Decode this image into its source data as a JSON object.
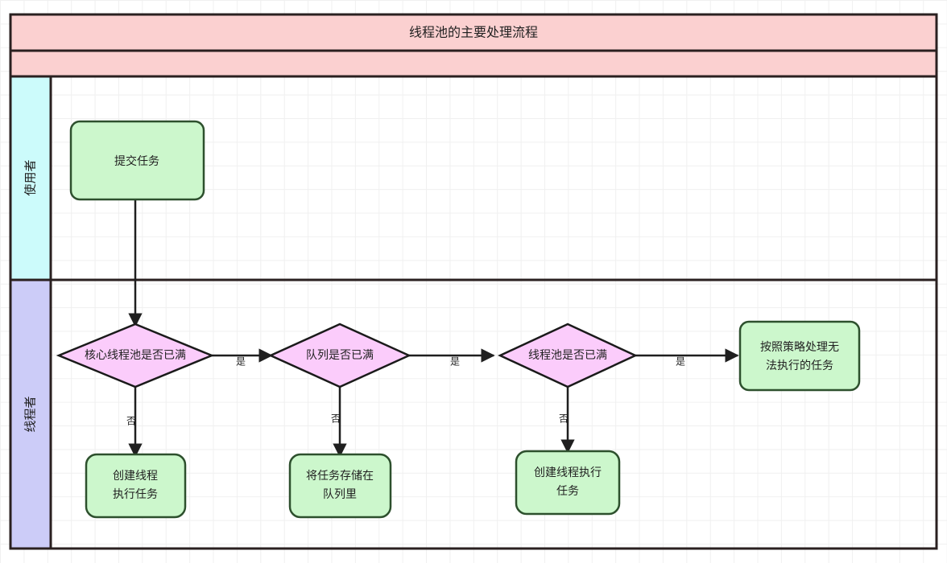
{
  "diagram": {
    "title": "线程池的主要处理流程",
    "subtitle": "",
    "colors": {
      "header_fill": "#fbd0d0",
      "lane_user_fill": "#ccfbfb",
      "lane_thread_fill": "#ccccf8",
      "process_fill": "#ccf7cc",
      "process_stroke": "#2d502d",
      "decision_fill": "#fbccfb",
      "decision_stroke": "#1a1a1a",
      "frame_stroke": "#2a2020",
      "edge_stroke": "#1f1f1f",
      "grid_line": "#f0f0f0",
      "page_bg": "#ffffff"
    },
    "lanes": [
      {
        "id": "lane-user",
        "label": "使用者",
        "fill": "#ccfbfb"
      },
      {
        "id": "lane-thread",
        "label": "线程者",
        "fill": "#ccccf8"
      }
    ],
    "nodes": [
      {
        "id": "submit-task",
        "shape": "process",
        "lane": "lane-user",
        "lines": [
          "提交任务"
        ]
      },
      {
        "id": "core-pool-full",
        "shape": "decision",
        "lane": "lane-thread",
        "lines": [
          "核心线程池是否已满"
        ]
      },
      {
        "id": "queue-full",
        "shape": "decision",
        "lane": "lane-thread",
        "lines": [
          "队列是否已满"
        ]
      },
      {
        "id": "pool-full",
        "shape": "decision",
        "lane": "lane-thread",
        "lines": [
          "线程池是否已满"
        ]
      },
      {
        "id": "reject-policy",
        "shape": "process",
        "lane": "lane-thread",
        "lines": [
          "按照策略处理无",
          "法执行的任务"
        ]
      },
      {
        "id": "create-thread-run-1",
        "shape": "process",
        "lane": "lane-thread",
        "lines": [
          "创建线程",
          "执行任务"
        ]
      },
      {
        "id": "store-in-queue",
        "shape": "process",
        "lane": "lane-thread",
        "lines": [
          "将任务存储在",
          "队列里"
        ]
      },
      {
        "id": "create-thread-run-2",
        "shape": "process",
        "lane": "lane-thread",
        "lines": [
          "创建线程执行",
          "任务"
        ]
      }
    ],
    "edges": [
      {
        "id": "edge-submit-to-core",
        "from": "submit-task",
        "to": "core-pool-full",
        "label": ""
      },
      {
        "id": "edge-core-yes-queue",
        "from": "core-pool-full",
        "to": "queue-full",
        "label": "是"
      },
      {
        "id": "edge-queue-yes-pool",
        "from": "queue-full",
        "to": "pool-full",
        "label": "是"
      },
      {
        "id": "edge-pool-yes-reject",
        "from": "pool-full",
        "to": "reject-policy",
        "label": "是"
      },
      {
        "id": "edge-core-no-create",
        "from": "core-pool-full",
        "to": "create-thread-run-1",
        "label": "否"
      },
      {
        "id": "edge-queue-no-store",
        "from": "queue-full",
        "to": "store-in-queue",
        "label": "否"
      },
      {
        "id": "edge-pool-no-create",
        "from": "pool-full",
        "to": "create-thread-run-2",
        "label": "否"
      }
    ]
  }
}
